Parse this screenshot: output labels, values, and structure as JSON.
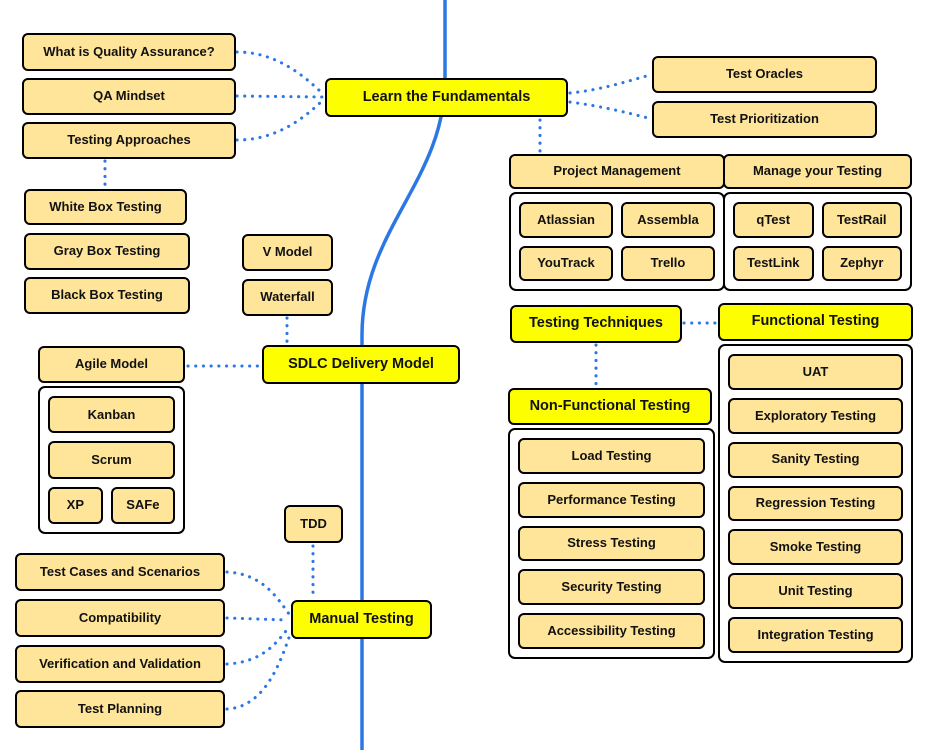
{
  "colors": {
    "topic_fill": "#fdff00",
    "subtopic_fill": "#ffe599",
    "line": "#2b78e4",
    "border": "#000000",
    "background": "#ffffff"
  },
  "nodes": {
    "what_is_qa": "What is Quality Assurance?",
    "qa_mindset": "QA Mindset",
    "testing_approaches": "Testing Approaches",
    "learn_the_fundamentals": "Learn the Fundamentals",
    "test_oracles": "Test Oracles",
    "test_prioritization": "Test Prioritization",
    "white_box_testing": "White Box Testing",
    "gray_box_testing": "Gray Box Testing",
    "black_box_testing": "Black Box Testing",
    "v_model": "V Model",
    "waterfall": "Waterfall",
    "sdlc_delivery_model": "SDLC Delivery Model",
    "testing_techniques": "Testing Techniques",
    "tdd": "TDD",
    "manual_testing": "Manual Testing",
    "test_cases_and_scenarios": "Test Cases and Scenarios",
    "compatibility": "Compatibility",
    "verification_and_validation": "Verification and Validation",
    "test_planning": "Test Planning"
  },
  "groups": {
    "project_management": {
      "header": "Project Management",
      "items": [
        "Atlassian",
        "Assembla",
        "YouTrack",
        "Trello"
      ]
    },
    "manage_your_testing": {
      "header": "Manage your Testing",
      "items": [
        "qTest",
        "TestRail",
        "TestLink",
        "Zephyr"
      ]
    },
    "agile_model": {
      "header": "Agile Model",
      "items": [
        "Kanban",
        "Scrum",
        "XP",
        "SAFe"
      ]
    },
    "functional_testing": {
      "header": "Functional Testing",
      "items": [
        "UAT",
        "Exploratory Testing",
        "Sanity Testing",
        "Regression Testing",
        "Smoke Testing",
        "Unit Testing",
        "Integration Testing"
      ]
    },
    "non_functional_testing": {
      "header": "Non-Functional Testing",
      "items": [
        "Load Testing",
        "Performance Testing",
        "Stress Testing",
        "Security Testing",
        "Accessibility Testing"
      ]
    }
  }
}
